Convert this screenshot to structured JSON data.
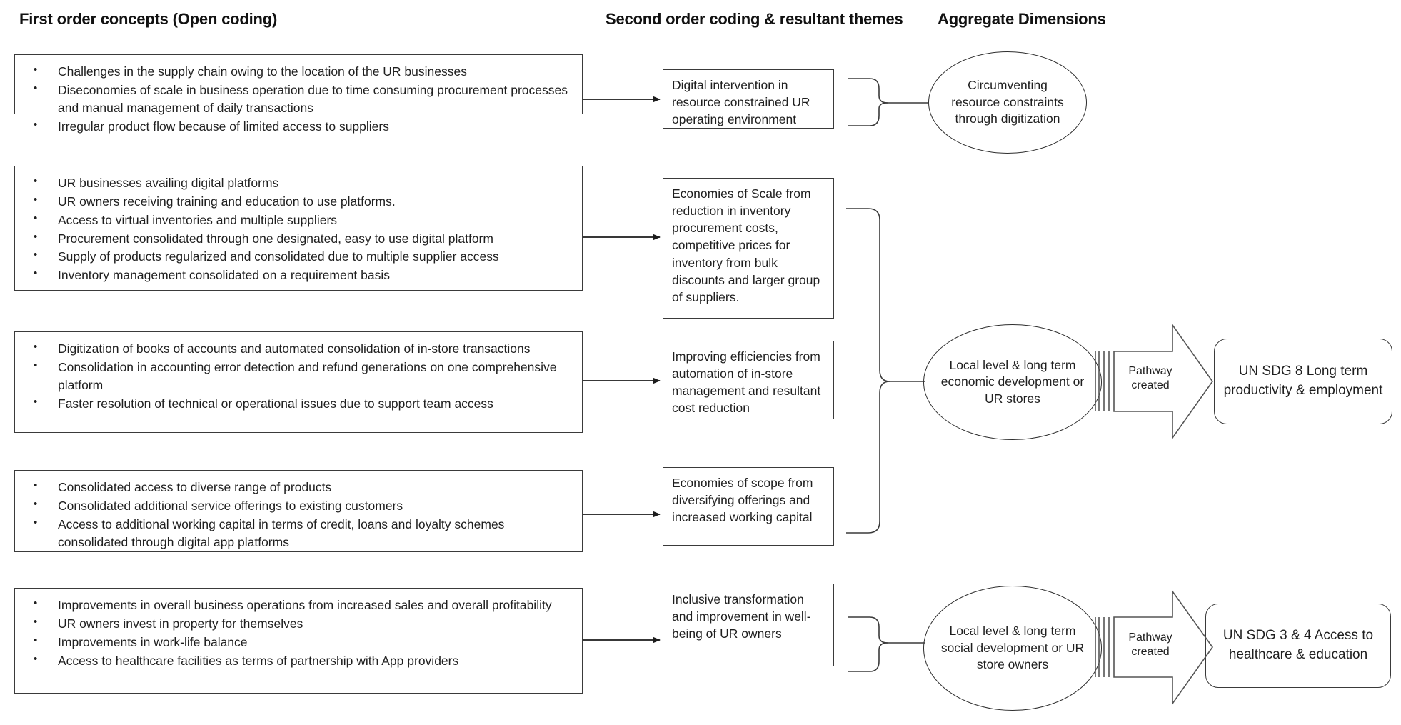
{
  "headings": {
    "first_order": "First order concepts (Open coding)",
    "second_order": "Second order coding & resultant themes",
    "aggregate": "Aggregate Dimensions"
  },
  "first_order_boxes": [
    {
      "id": "box-supply-chain",
      "items": [
        "Challenges in the supply chain owing to the location of the UR businesses",
        "Diseconomies of scale in business operation due to time consuming procurement processes and manual management of daily transactions",
        "Irregular product flow because of limited access to suppliers"
      ]
    },
    {
      "id": "box-digital-platforms",
      "items": [
        "UR businesses availing digital platforms",
        "UR owners receiving training and education to use platforms.",
        "Access to virtual inventories  and multiple suppliers",
        "Procurement consolidated through one designated, easy to use digital platform",
        "Supply of products regularized and consolidated due to multiple supplier access",
        "Inventory management consolidated on a requirement basis"
      ]
    },
    {
      "id": "box-digitization-accounts",
      "items": [
        "Digitization of books of accounts and automated consolidation of in-store transactions",
        "Consolidation in accounting error detection and refund generations on one comprehensive platform",
        "Faster resolution of technical or operational issues due to support team access"
      ]
    },
    {
      "id": "box-diverse-products",
      "items": [
        "Consolidated access to diverse range of products",
        "Consolidated additional service offerings to existing customers",
        "Access to additional working capital in terms of credit, loans and loyalty schemes consolidated through digital app platforms"
      ]
    },
    {
      "id": "box-business-improvements",
      "items": [
        "Improvements in overall business operations from increased sales and overall profitability",
        "UR owners invest in property for themselves",
        "Improvements in work-life balance",
        "Access to healthcare facilities as terms of partnership with App providers"
      ]
    }
  ],
  "second_order_themes": [
    {
      "id": "theme-digital-intervention",
      "text": "Digital intervention in resource constrained UR operating environment"
    },
    {
      "id": "theme-economies-of-scale",
      "text": "Economies of Scale from reduction in inventory procurement costs, competitive prices for inventory from bulk discounts and larger group of suppliers."
    },
    {
      "id": "theme-improving-efficiencies",
      "text": "Improving efficiencies from automation of in-store management and resultant cost reduction"
    },
    {
      "id": "theme-economies-of-scope",
      "text": " Economies of scope from diversifying offerings and increased working capital"
    },
    {
      "id": "theme-inclusive-transformation",
      "text": " Inclusive transformation and improvement in well-being of UR owners"
    }
  ],
  "aggregate_dimensions": [
    {
      "id": "dim-circumventing",
      "text": "Circumventing resource constraints through digitization"
    },
    {
      "id": "dim-economic-development",
      "text": "Local level & long term economic development or UR stores"
    },
    {
      "id": "dim-social-development",
      "text": "Local level & long term social development or UR store owners"
    }
  ],
  "pathways": [
    {
      "id": "pathway-economic",
      "label": "Pathway created"
    },
    {
      "id": "pathway-social",
      "label": "Pathway created"
    }
  ],
  "outcomes": [
    {
      "id": "outcome-sdg8",
      "text": "UN SDG 8 Long term productivity & employment"
    },
    {
      "id": "outcome-sdg34",
      "text": "UN SDG 3 & 4 Access to healthcare & education"
    }
  ],
  "colors": {
    "stroke": "#3a3a3a",
    "text": "#1f1f1f",
    "background": "#ffffff"
  }
}
